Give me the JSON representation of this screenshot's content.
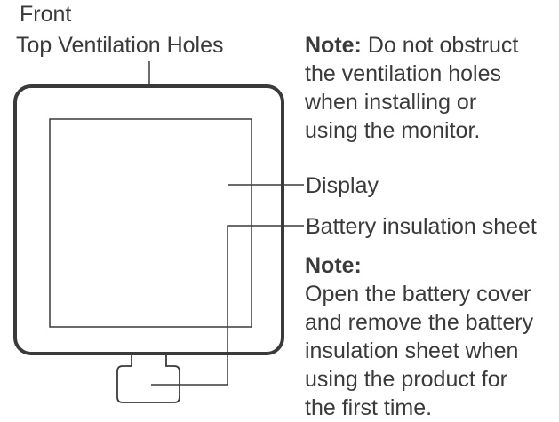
{
  "heading": "Front",
  "labels": {
    "vent_holes": "Top Ventilation Holes",
    "display": "Display",
    "battery_sheet": "Battery insulation sheet"
  },
  "note_vent": {
    "title": "Note:",
    "lines": [
      "Do not obstruct",
      "the ventilation holes",
      "when installing or",
      "using the monitor."
    ]
  },
  "note_battery": {
    "title": "Note:",
    "lines": [
      "Open the battery cover",
      "and remove the battery",
      "insulation sheet when",
      "using the product for",
      "the first time."
    ]
  },
  "colors": {
    "stroke": "#3a3a3a",
    "text": "#3a3a3a",
    "background": "#ffffff"
  }
}
